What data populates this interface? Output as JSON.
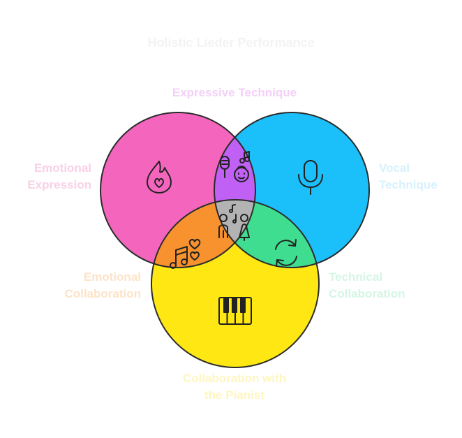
{
  "title": "Holistic Lieder Performance",
  "labels": {
    "top": "Expressive Technique",
    "left_line1": "Emotional",
    "left_line2": "Expression",
    "right_line1": "Vocal",
    "right_line2": "Technique",
    "lower_left_line1": "Emotional",
    "lower_left_line2": "Collaboration",
    "lower_right_line1": "Technical",
    "lower_right_line2": "Collaboration",
    "bottom_line1": "Collaboration with",
    "bottom_line2": "the Pianist"
  },
  "colors": {
    "emotional_expression": "#f466bd",
    "vocal_technique": "#1bc0fb",
    "collaboration_pianist": "#fee713",
    "expressive_technique": "#c060f4",
    "emotional_collaboration": "#f7922f",
    "technical_collaboration": "#3fdd8f",
    "center": "#b3b3b3",
    "title_text": "#f3f3f3",
    "top_label_text": "#f3d0f8",
    "left_label_text": "#f9d0e6",
    "right_label_text": "#d6f2fd",
    "lower_left_label_text": "#fde3c8",
    "lower_right_label_text": "#d4f6e4",
    "bottom_label_text": "#fef6c0"
  },
  "icons": {
    "emotional_expression": "flame-heart-icon",
    "vocal_technique": "microphone-icon",
    "collaboration_pianist": "piano-keys-icon",
    "expressive_technique": "singer-microphone-icon",
    "emotional_collaboration": "music-notes-hearts-icon",
    "technical_collaboration": "cycle-arrows-icon",
    "center": "performers-duet-icon"
  }
}
